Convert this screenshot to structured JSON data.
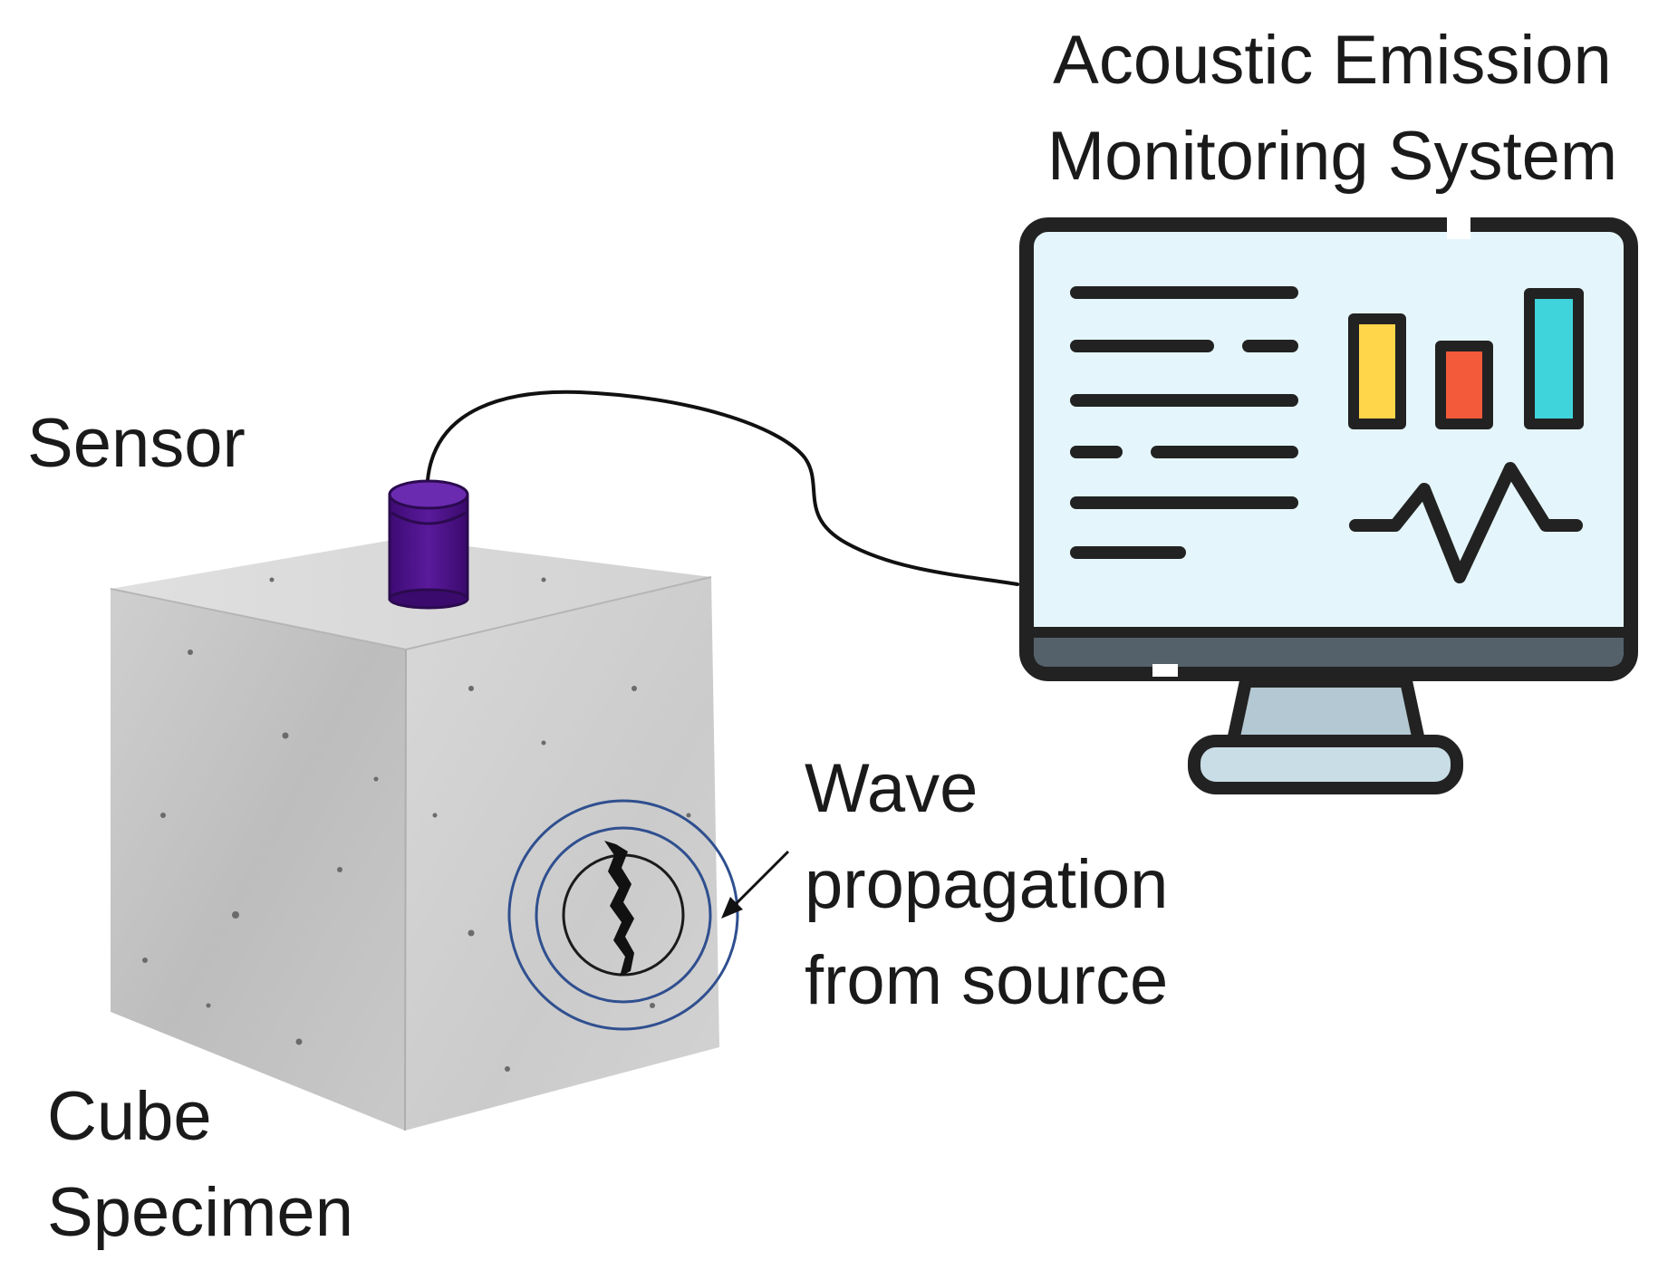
{
  "labels": {
    "title": [
      "Acoustic Emission",
      "Monitoring System"
    ],
    "sensor": "Sensor",
    "cube": [
      "Cube",
      "Specimen"
    ],
    "wave": [
      "Wave",
      "propagation",
      "from source"
    ]
  },
  "icons": {
    "cube": "concrete-cube-icon",
    "sensor": "ae-sensor-icon",
    "cable": "signal-cable",
    "monitor": "monitor-icon",
    "crack": "crack-icon",
    "waves": "wavefront-rings",
    "arrow": "pointer-arrow"
  },
  "colors": {
    "concrete_top": "#d9d9d9",
    "concrete_left": "#c2c2c2",
    "concrete_right": "#cfcfcf",
    "sensor": "#4b1287",
    "screen": "#e4f6fb",
    "monitor_outline": "#222222",
    "monitor_bezel": "#54616b",
    "stand": "#b3c8d2",
    "bar_yellow": "#ffd54a",
    "bar_red": "#f25a3a",
    "bar_cyan": "#3fd3dc",
    "wave_ring": "#2f4f8f",
    "crack": "#111111"
  }
}
